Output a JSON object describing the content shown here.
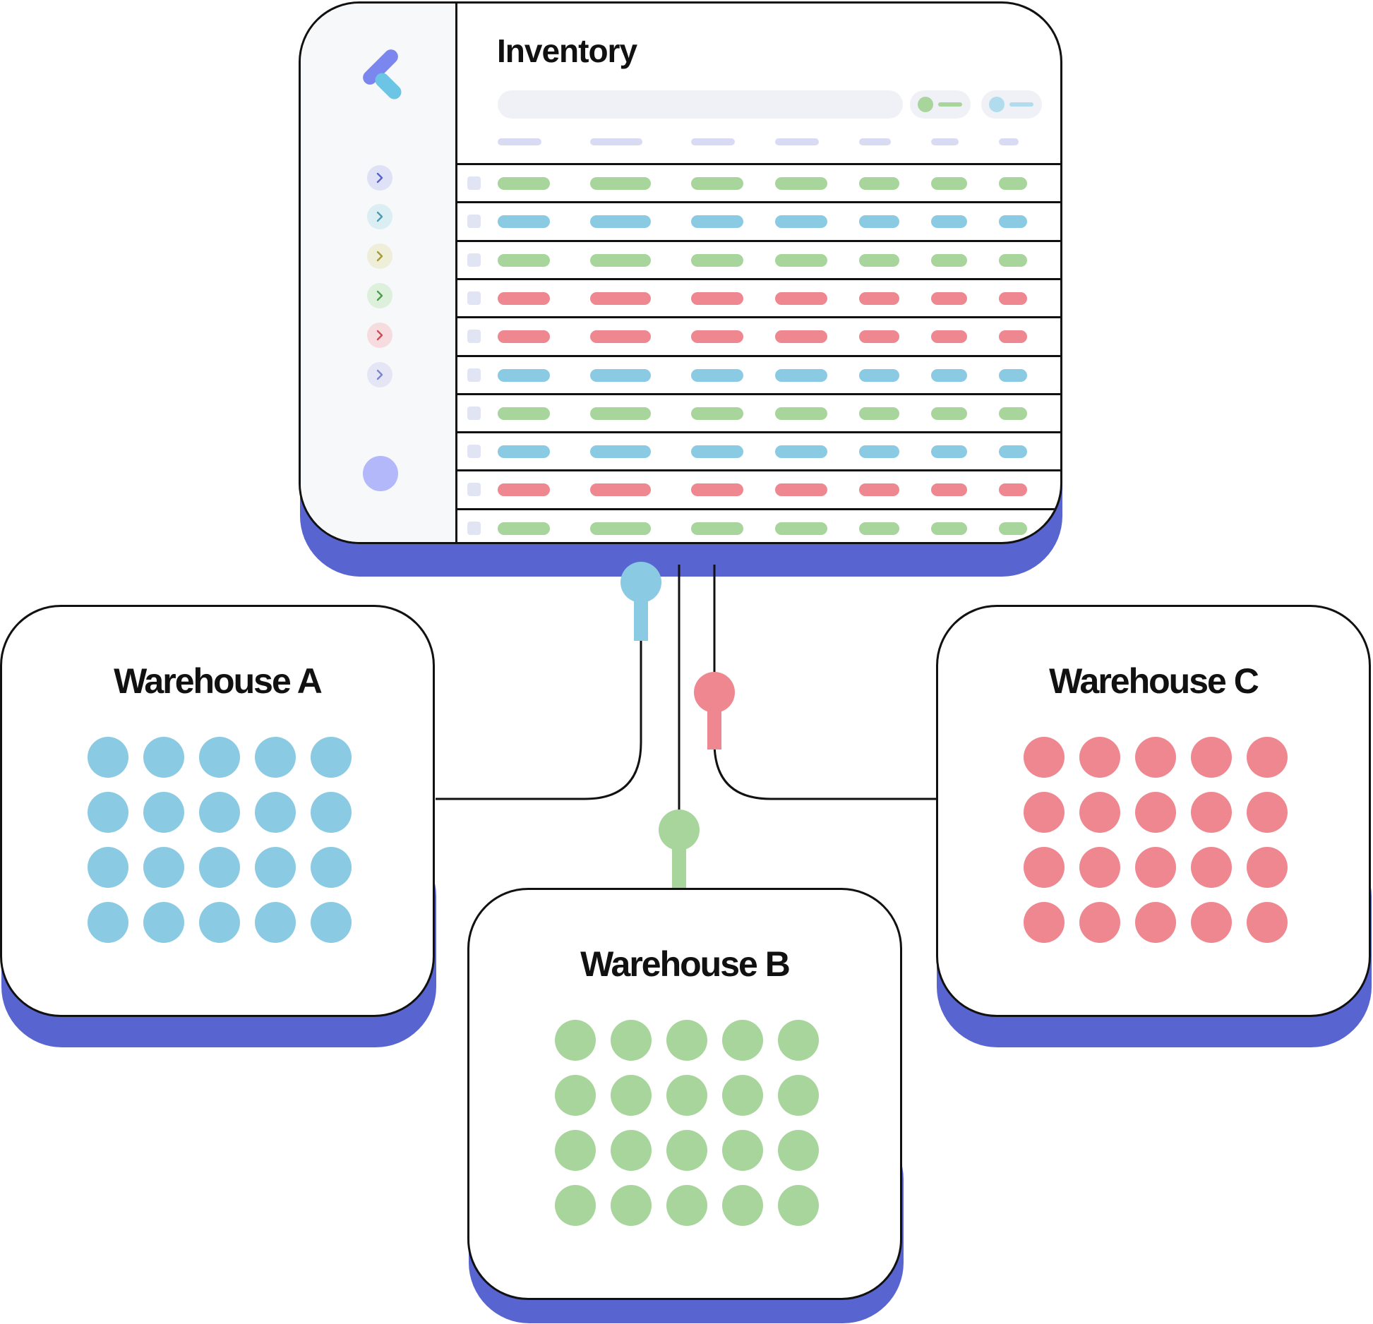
{
  "app": {
    "title": "Inventory"
  },
  "colors": {
    "blue": "#8bcae3",
    "green": "#a8d59c",
    "red": "#ef8790",
    "shadow": "#5864d0",
    "avatar": "#b3b8fa"
  },
  "sidebar": {
    "nav_items": [
      {
        "icon": "chevron-right-icon",
        "bg": "#dfe1f7",
        "fg": "#5a63c4"
      },
      {
        "icon": "chevron-right-icon",
        "bg": "#dbeef3",
        "fg": "#4c9bb0"
      },
      {
        "icon": "chevron-right-icon",
        "bg": "#efeed8",
        "fg": "#a99a3a"
      },
      {
        "icon": "chevron-right-icon",
        "bg": "#dcf0dc",
        "fg": "#4d9d4f"
      },
      {
        "icon": "chevron-right-icon",
        "bg": "#f6dcde",
        "fg": "#cc4d57"
      },
      {
        "icon": "chevron-right-icon",
        "bg": "#e5e6f5",
        "fg": "#7d84c9"
      }
    ]
  },
  "table": {
    "row_colors": [
      "green",
      "blue",
      "green",
      "red",
      "red",
      "blue",
      "green",
      "blue",
      "red",
      "green"
    ]
  },
  "warehouses": [
    {
      "id": "a",
      "name": "Warehouse A",
      "color": "blue",
      "items": 20
    },
    {
      "id": "b",
      "name": "Warehouse B",
      "color": "green",
      "items": 20
    },
    {
      "id": "c",
      "name": "Warehouse C",
      "color": "red",
      "items": 20
    }
  ]
}
